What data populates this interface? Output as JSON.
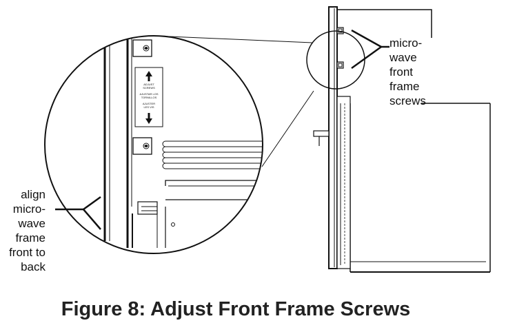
{
  "left_callout": {
    "lines": [
      "align",
      "micro-",
      "wave",
      "frame",
      "front to",
      "back"
    ]
  },
  "right_callout": {
    "lines": [
      "micro-",
      "wave",
      "front",
      "frame",
      "screws"
    ]
  },
  "label_plate": {
    "lines": [
      "ADJUST",
      "SCREWS",
      "AJUSTAR LOS",
      "TORNILLOS",
      "AJUSTER",
      "LES VIS"
    ]
  },
  "caption": "Figure 8: Adjust Front Frame Screws"
}
